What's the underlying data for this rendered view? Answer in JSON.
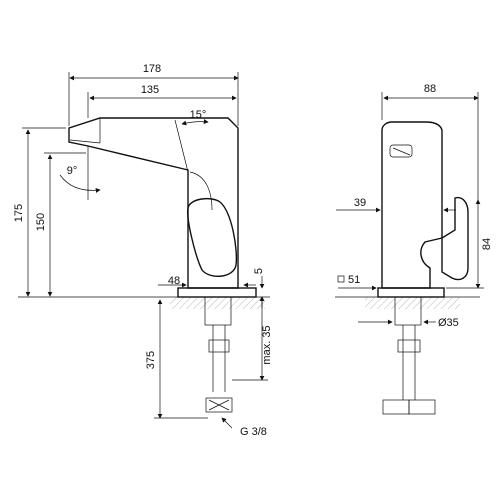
{
  "dimensions": {
    "overall_length": "178",
    "spout_length": "135",
    "lever_angle": "15°",
    "spout_tilt": "9°",
    "total_height": "175",
    "spout_height": "150",
    "base_diameter_front": "48",
    "base_thickness": "5",
    "max_deck_thickness": "max. 35",
    "hose_length": "375",
    "connection_thread": "G 3/8",
    "depth": "88",
    "lever_offset": "39",
    "lever_height": "84",
    "base_square": "51",
    "hole_diameter": "Ø35"
  }
}
